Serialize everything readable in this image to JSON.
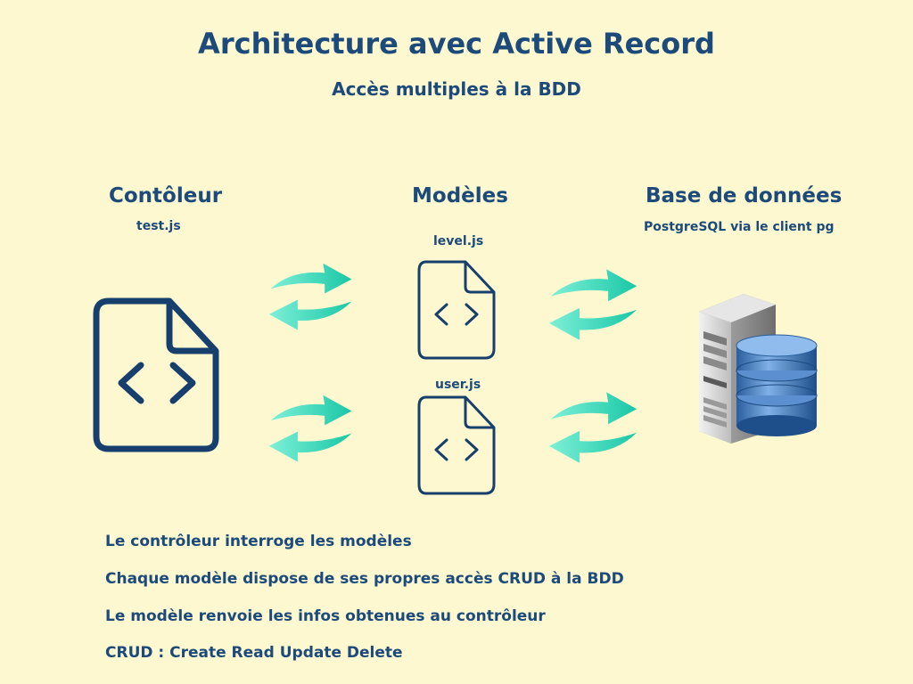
{
  "title": "Architecture avec Active Record",
  "subtitle": "Accès multiples à la BDD",
  "controller": {
    "heading": "Contôleur",
    "file": "test.js"
  },
  "models": {
    "heading": "Modèles",
    "files": [
      "level.js",
      "user.js"
    ]
  },
  "database": {
    "heading": "Base de données",
    "detail": "PostgreSQL via le client pg"
  },
  "notes": [
    "Le contrôleur interroge les modèles",
    "Chaque modèle dispose de ses propres accès CRUD à la BDD",
    "Le modèle renvoie les infos obtenues au contrôleur",
    "CRUD : Create Read Update Delete"
  ],
  "colors": {
    "background": "#fdf8cf",
    "text": "#1b4a7b",
    "arrow": "#2fd3b4",
    "icon_stroke": "#173f6d"
  },
  "icons": [
    "code-file-icon",
    "bidirectional-arrows-icon",
    "database-server-icon"
  ]
}
